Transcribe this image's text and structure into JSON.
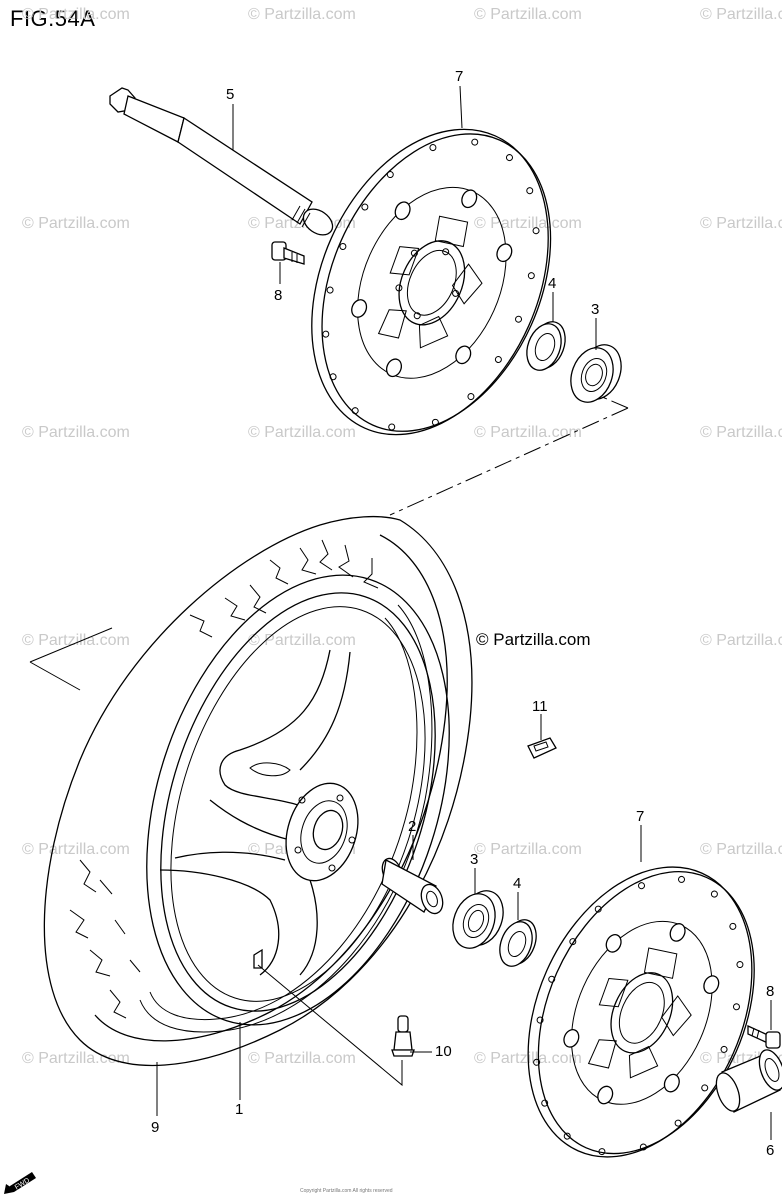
{
  "figure": {
    "title": "FIG.54A"
  },
  "watermark": {
    "text": "© Partzilla.com",
    "brand_text": "© Partzilla.com"
  },
  "callouts": {
    "c1": "1",
    "c2": "2",
    "c3a": "3",
    "c3b": "3",
    "c4a": "4",
    "c4b": "4",
    "c5": "5",
    "c6": "6",
    "c7a": "7",
    "c7b": "7",
    "c8a": "8",
    "c8b": "8",
    "c9": "9",
    "c10": "10",
    "c11": "11"
  },
  "fwd_label": "FWD",
  "copyright": "Copyright Partzilla.com All rights reserved",
  "colors": {
    "line": "#000000",
    "watermark": "#c9c9c9",
    "background": "#ffffff"
  }
}
